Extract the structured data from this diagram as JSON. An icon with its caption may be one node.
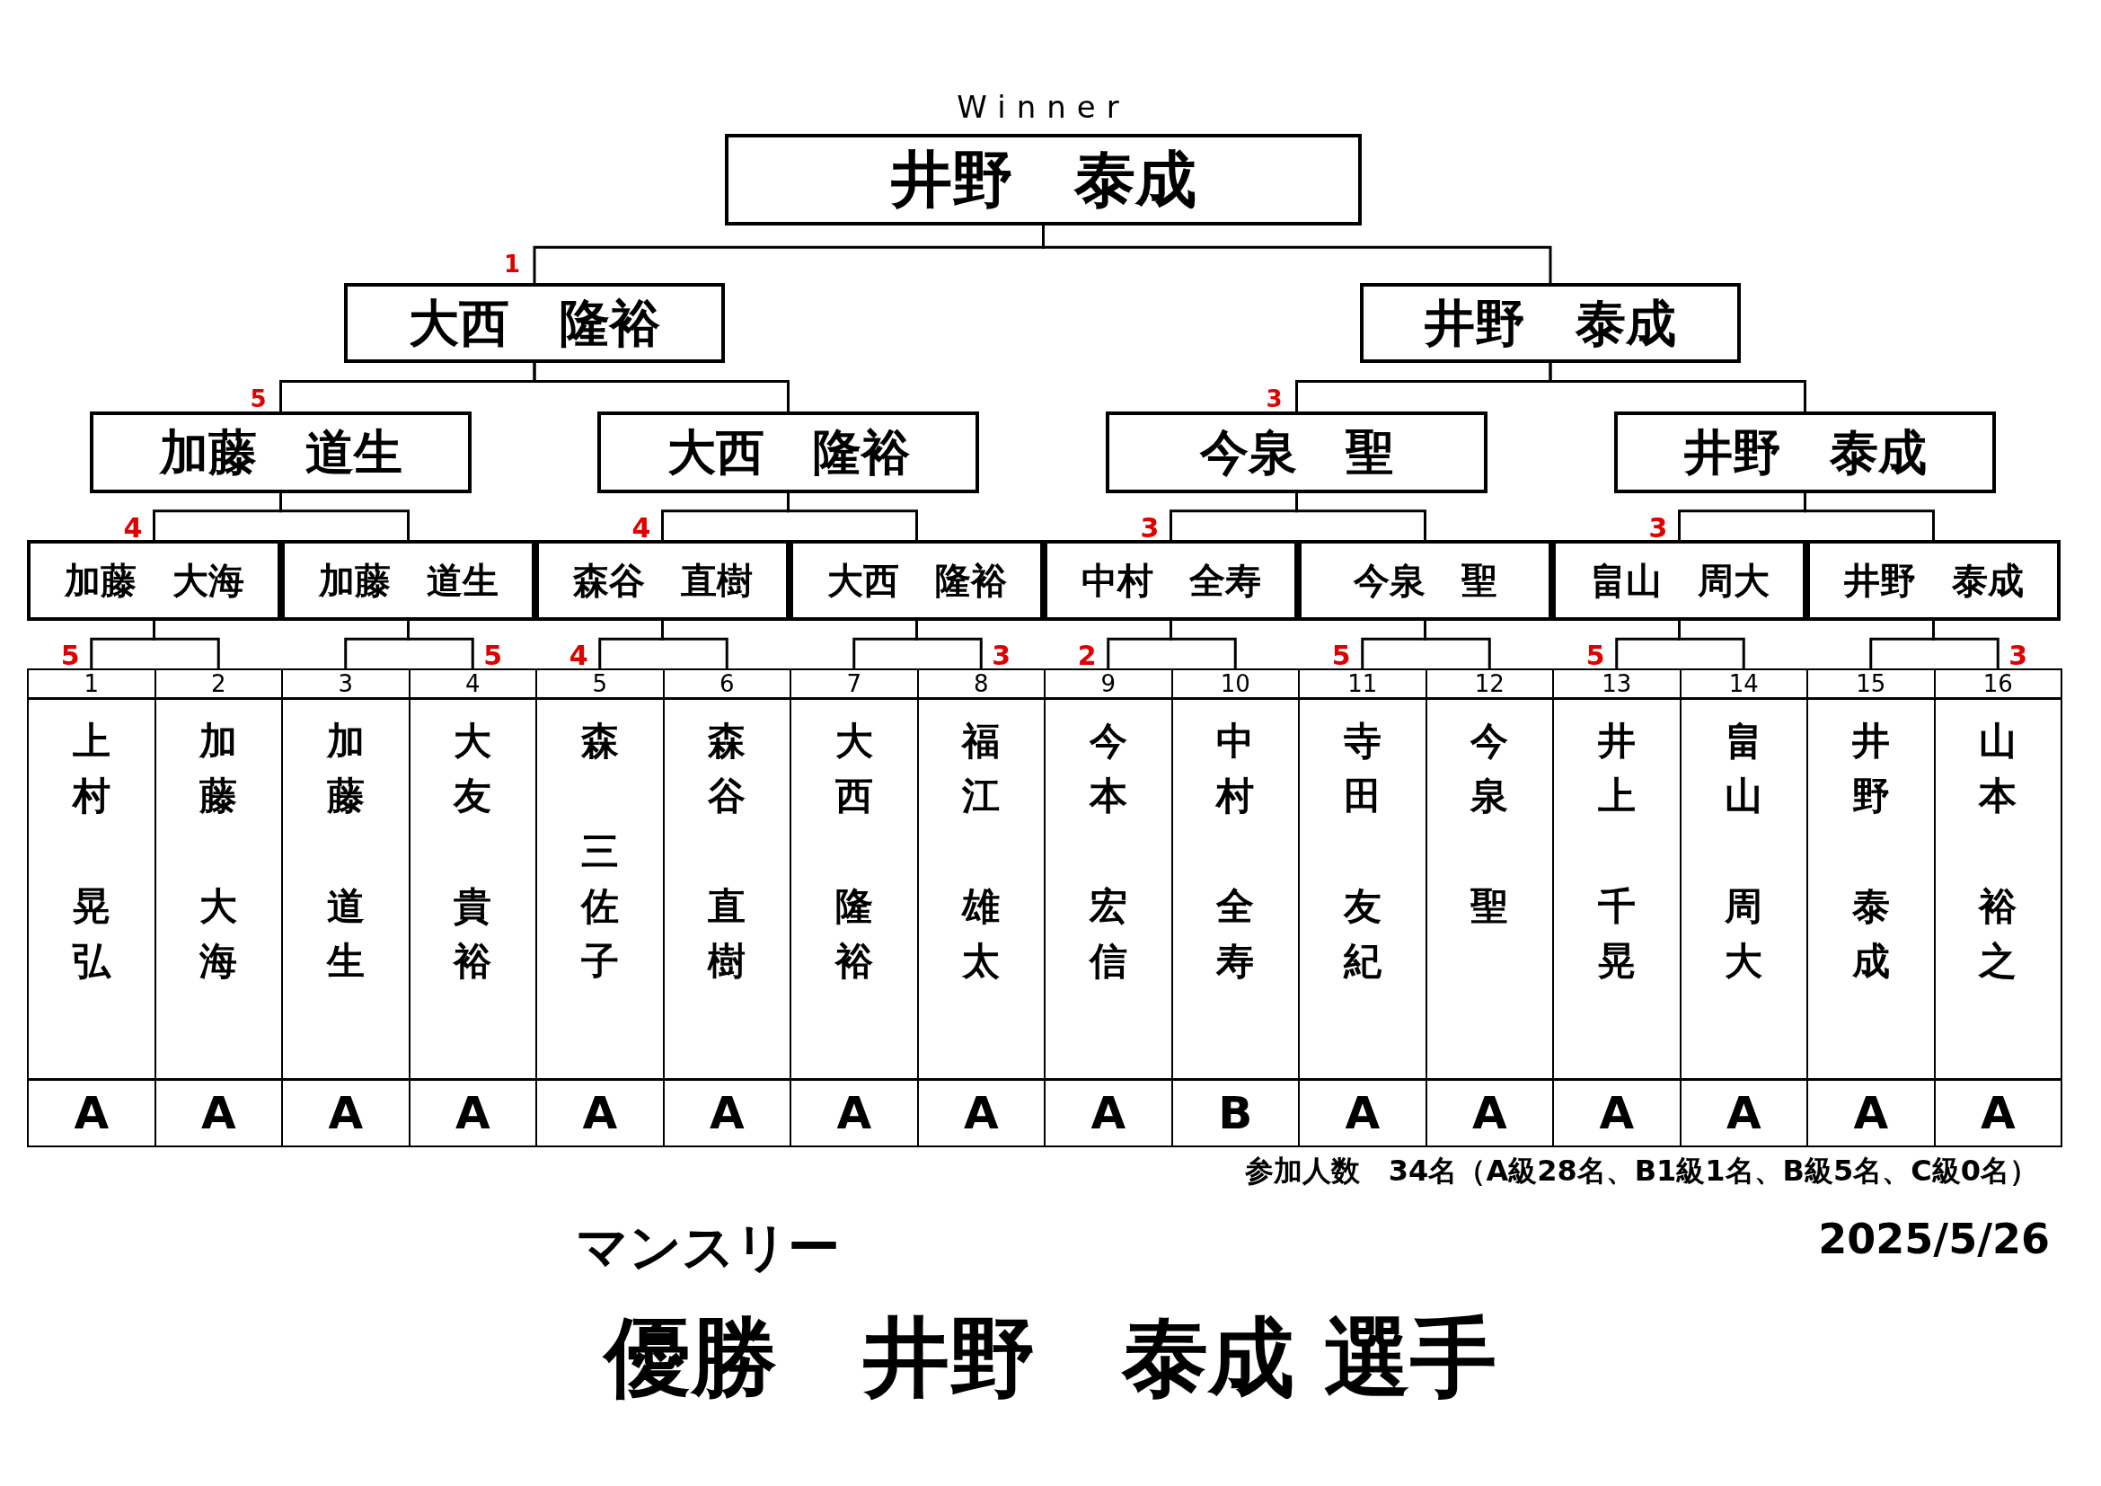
{
  "diagram": {
    "title": "優勝　井野　泰成 選手",
    "nodes": [
      {
        "text": [
          "Winner",
          "井野　泰成"
        ]
      },
      {
        "text": [
          "大西　隆裕"
        ]
      },
      {
        "text": [
          "井野　泰成"
        ]
      },
      {
        "text": [
          "加藤　道生"
        ]
      },
      {
        "text": [
          "大西　隆裕"
        ]
      },
      {
        "text": [
          "今泉　聖"
        ]
      },
      {
        "text": [
          "井野　泰成"
        ]
      },
      {
        "text": [
          "加藤　大海"
        ]
      },
      {
        "text": [
          "加藤　道生"
        ]
      },
      {
        "text": [
          "森谷　直樹"
        ]
      },
      {
        "text": [
          "大西　隆裕"
        ]
      },
      {
        "text": [
          "中村　全寿"
        ]
      },
      {
        "text": [
          "今泉　聖"
        ]
      },
      {
        "text": [
          "畠山　周大"
        ]
      },
      {
        "text": [
          "井野　泰成"
        ]
      },
      {
        "text": [
          "1",
          "上村",
          "晃弘",
          "A"
        ]
      },
      {
        "text": [
          "2",
          "加藤",
          "大海",
          "A"
        ]
      },
      {
        "text": [
          "3",
          "加藤",
          "道生",
          "A"
        ]
      },
      {
        "text": [
          "4",
          "大友",
          "貴裕",
          "A"
        ]
      },
      {
        "text": [
          "5",
          "森",
          "三佐子",
          "A"
        ]
      },
      {
        "text": [
          "6",
          "森谷",
          "直樹",
          "A"
        ]
      },
      {
        "text": [
          "7",
          "大西",
          "隆裕",
          "A"
        ]
      },
      {
        "text": [
          "8",
          "福江",
          "雄太",
          "A"
        ]
      },
      {
        "text": [
          "9",
          "今本",
          "宏信",
          "A"
        ]
      },
      {
        "text": [
          "10",
          "中村",
          "全寿",
          "B"
        ]
      },
      {
        "text": [
          "11",
          "寺田",
          "友紀",
          "A"
        ]
      },
      {
        "text": [
          "12",
          "今泉",
          "聖",
          "A"
        ]
      },
      {
        "text": [
          "13",
          "井上",
          "千晃",
          "A"
        ]
      },
      {
        "text": [
          "14",
          "畠山",
          "周大",
          "A"
        ]
      },
      {
        "text": [
          "15",
          "井野",
          "泰成",
          "A"
        ]
      },
      {
        "text": [
          "16",
          "山本",
          "裕之",
          "A"
        ]
      }
    ],
    "edges": [
      {
        "from": 1,
        "to": 0,
        "arrow": "none",
        "label": "1"
      },
      {
        "from": 2,
        "to": 0,
        "arrow": "none"
      },
      {
        "from": 3,
        "to": 1,
        "arrow": "none",
        "label": "5"
      },
      {
        "from": 4,
        "to": 1,
        "arrow": "none"
      },
      {
        "from": 5,
        "to": 2,
        "arrow": "none",
        "label": "3"
      },
      {
        "from": 6,
        "to": 2,
        "arrow": "none"
      },
      {
        "from": 7,
        "to": 3,
        "arrow": "none",
        "label": "4"
      },
      {
        "from": 8,
        "to": 3,
        "arrow": "none"
      },
      {
        "from": 9,
        "to": 4,
        "arrow": "none",
        "label": "4"
      },
      {
        "from": 10,
        "to": 4,
        "arrow": "none"
      },
      {
        "from": 11,
        "to": 5,
        "arrow": "none",
        "label": "3"
      },
      {
        "from": 12,
        "to": 5,
        "arrow": "none"
      },
      {
        "from": 13,
        "to": 6,
        "arrow": "none",
        "label": "3"
      },
      {
        "from": 14,
        "to": 6,
        "arrow": "none"
      },
      {
        "from": 15,
        "to": 7,
        "arrow": "none",
        "label": "5"
      },
      {
        "from": 16,
        "to": 7,
        "arrow": "none"
      },
      {
        "from": 17,
        "to": 8,
        "arrow": "none"
      },
      {
        "from": 18,
        "to": 8,
        "arrow": "none",
        "label": "5"
      },
      {
        "from": 19,
        "to": 9,
        "arrow": "none",
        "label": "4"
      },
      {
        "from": 20,
        "to": 9,
        "arrow": "none"
      },
      {
        "from": 21,
        "to": 10,
        "arrow": "none"
      },
      {
        "from": 22,
        "to": 10,
        "arrow": "none",
        "label": "3"
      },
      {
        "from": 23,
        "to": 11,
        "arrow": "none",
        "label": "2"
      },
      {
        "from": 24,
        "to": 11,
        "arrow": "none"
      },
      {
        "from": 25,
        "to": 12,
        "arrow": "none",
        "label": "5"
      },
      {
        "from": 26,
        "to": 12,
        "arrow": "none"
      },
      {
        "from": 27,
        "to": 13,
        "arrow": "none",
        "label": "5"
      },
      {
        "from": 28,
        "to": 13,
        "arrow": "none"
      },
      {
        "from": 29,
        "to": 14,
        "arrow": "none"
      },
      {
        "from": 30,
        "to": 14,
        "arrow": "none",
        "label": "3"
      }
    ],
    "labels": [
      "参加人数　34名（A級28名、B1級1名、B級5名、C級0名）",
      "マンスリー",
      "2025/5/26"
    ]
  }
}
